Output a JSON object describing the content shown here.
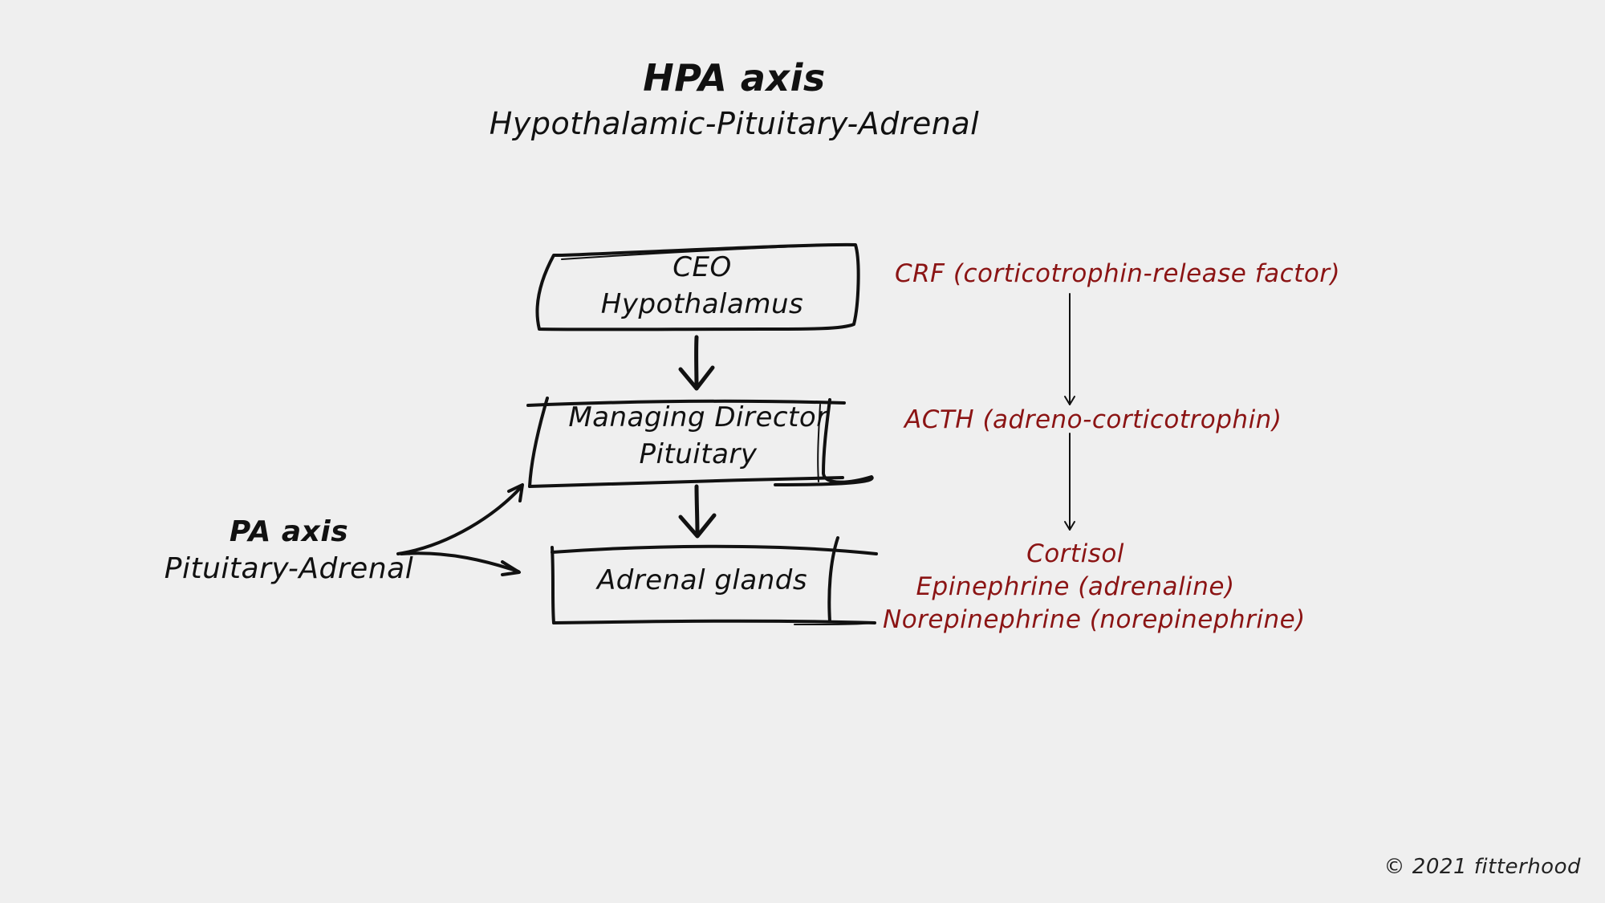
{
  "header": {
    "title": "HPA axis",
    "subtitle": "Hypothalamic-Pituitary-Adrenal"
  },
  "boxes": [
    {
      "role": "CEO",
      "organ": "Hypothalamus"
    },
    {
      "role": "Managing Director",
      "organ": "Pituitary"
    },
    {
      "organ": "Adrenal glands"
    }
  ],
  "side_label": {
    "title": "PA axis",
    "subtitle": "Pituitary-Adrenal"
  },
  "hormones": {
    "crf": "CRF (corticotrophin-release factor)",
    "acth": "ACTH (adreno-corticotrophin)",
    "products": [
      "Cortisol",
      "Epinephrine (adrenaline)",
      "Norepinephrine (norepinephrine)"
    ]
  },
  "colors": {
    "ink": "#111111",
    "accent": "#8b1414",
    "background": "#efefef"
  },
  "footer": {
    "copyright": "© 2021 fitterhood"
  }
}
